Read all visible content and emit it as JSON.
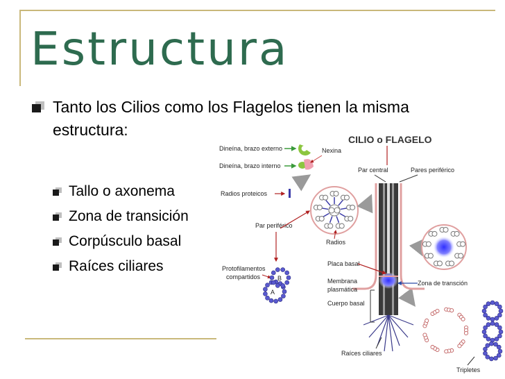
{
  "slide": {
    "title": "Estructura",
    "main_bullet": "Tanto los Cilios como los Flagelos tienen la misma estructura:",
    "sub_bullets": [
      "Tallo o axonema",
      "Zona de transición",
      "Corpúsculo basal",
      "Raíces ciliares"
    ]
  },
  "diagram": {
    "heading": "CILIO o FLAGELO",
    "labels": {
      "dineina_externo": "Dineína, brazo externo",
      "dineina_interno": "Dineína, brazo interno",
      "nexina": "Nexina",
      "par_central": "Par central",
      "pares_perifericos": "Pares periférico",
      "radios_proteicos": "Radios proteicos",
      "par_periferico": "Par periférico",
      "radios": "Radios",
      "protofilamentos_1": "Protofilamentos",
      "protofilamentos_2": "compartidos",
      "b": "B",
      "a": "A",
      "placa_basal": "Placa basal",
      "membrana_1": "Membrana",
      "membrana_2": "plasmática",
      "zona_transicion": "Zona de transción",
      "cuerpo_basal": "Cuerpo basal",
      "raices_ciliares": "Raíces ciliares",
      "tripletes": "Tripletes"
    }
  },
  "colors": {
    "title": "#2e6b4f",
    "frame": "#c9b87a",
    "bullet": "#1a1a1a",
    "membrane": "#e0a0a0",
    "spoke": "#3a3aa8",
    "arrow_grey": "#9a9a9a",
    "arrow_red": "#b02020",
    "dynein_green": "#8cc63f",
    "dynein_pink": "#f0a0b0"
  }
}
